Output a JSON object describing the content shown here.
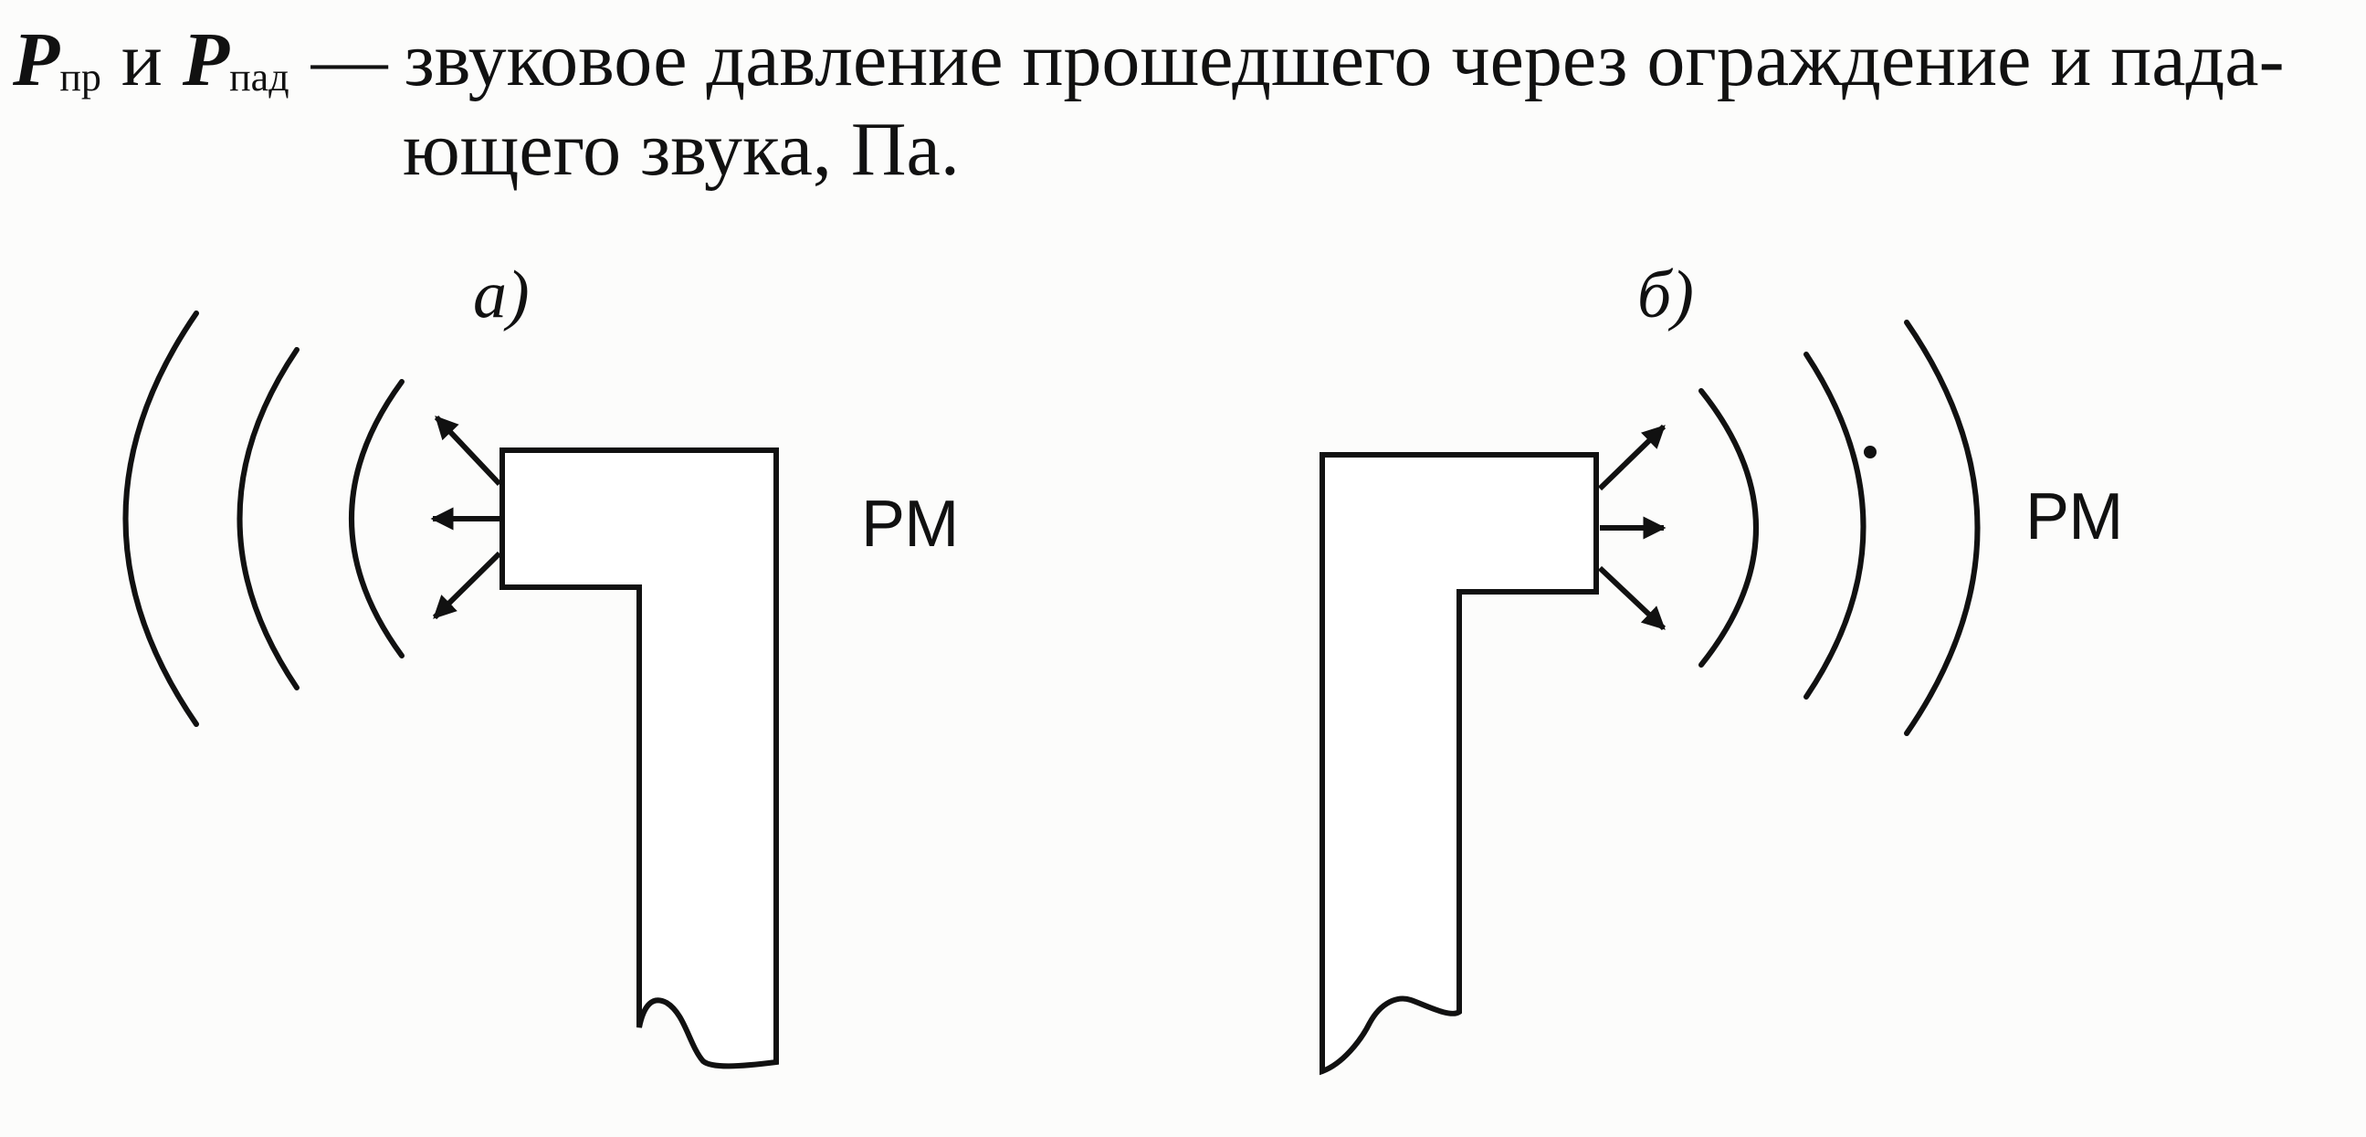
{
  "text": {
    "var1": "P",
    "sub1": "пр",
    "conj": "и",
    "var2": "P",
    "sub2": "пад",
    "dash": "—",
    "line1_rest": "звуковое давление прошедшего через ограждение и пада-",
    "line2": "ющего звука, Па."
  },
  "figure": {
    "panel_a": {
      "label": "а)",
      "device_label": "РМ",
      "arrow_direction": "left"
    },
    "panel_b": {
      "label": "б)",
      "device_label": "РМ",
      "arrow_direction": "right"
    }
  },
  "colors": {
    "ink": "#111111",
    "paper": "#fcfcfb"
  }
}
